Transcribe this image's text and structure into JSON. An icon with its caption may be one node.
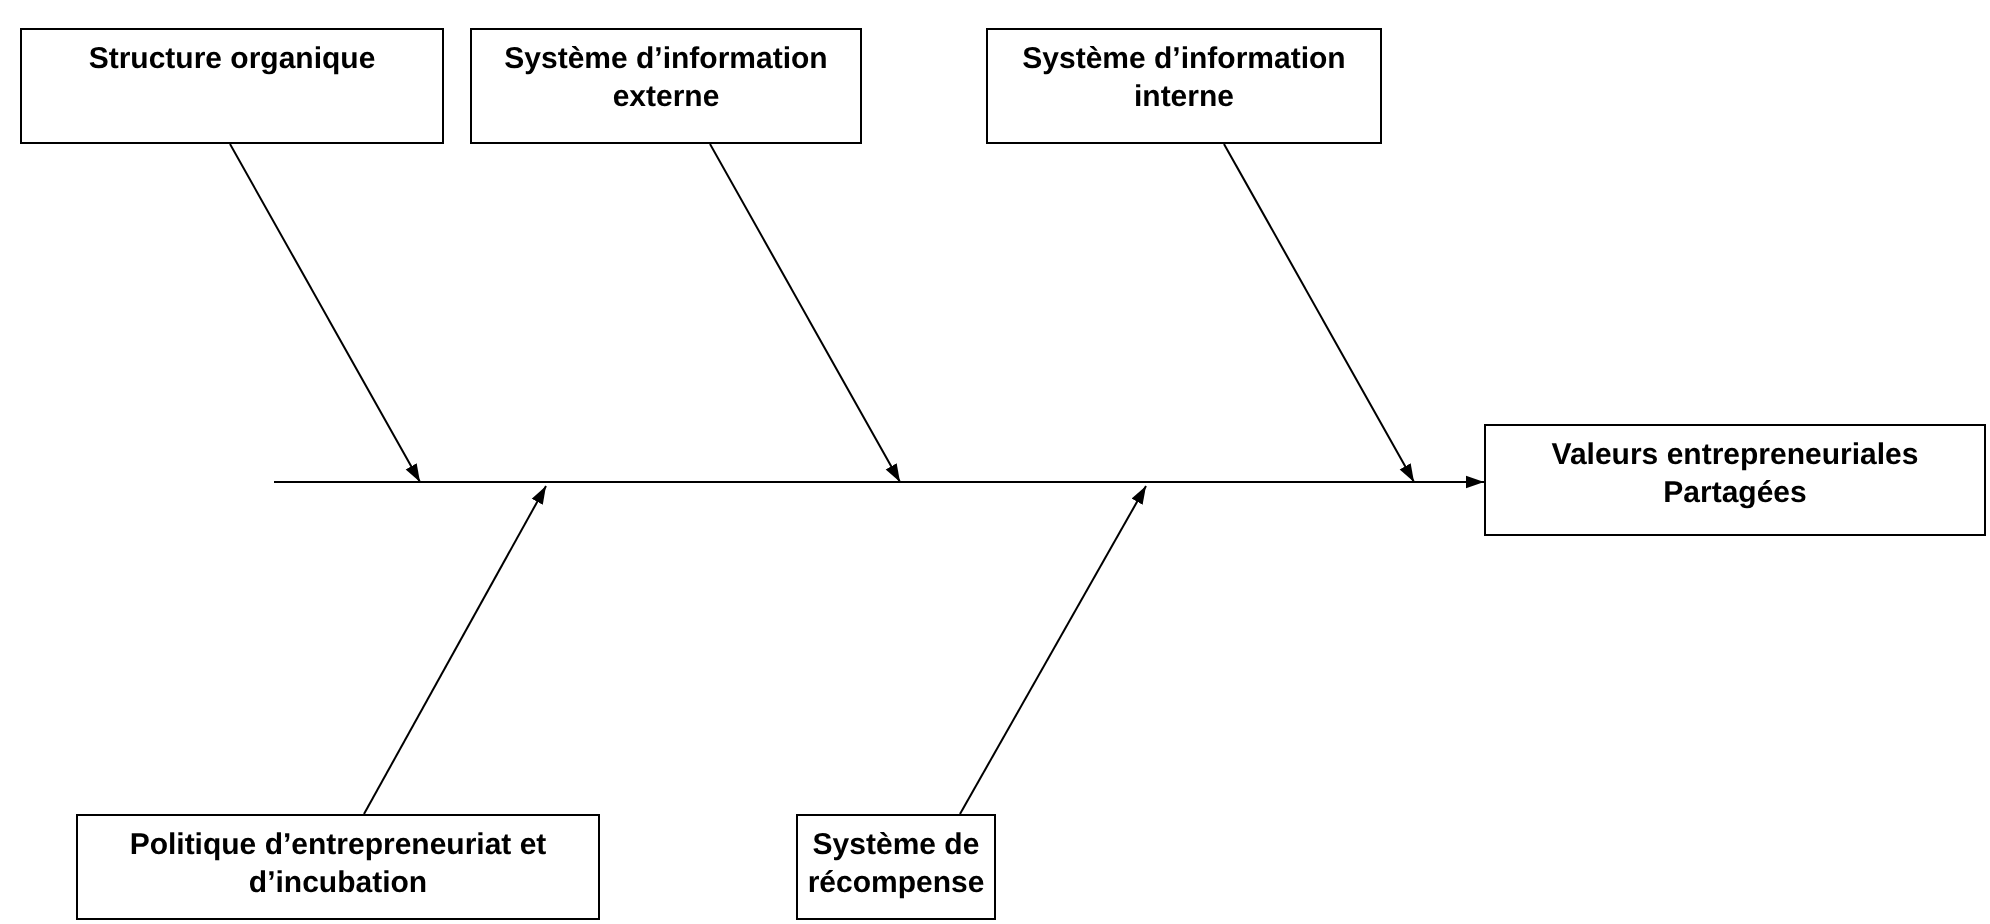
{
  "diagram": {
    "nodes": [
      {
        "text": [
          "Structure organique"
        ]
      },
      {
        "text": [
          "Système d’information externe"
        ]
      },
      {
        "text": [
          "Système d’information interne"
        ]
      },
      {
        "text": [
          "Valeurs entrepreneuriales Partagées"
        ]
      },
      {
        "text": [
          "Politique d’entrepreneuriat et d’incubation"
        ]
      },
      {
        "text": [
          "Système de récompense"
        ]
      }
    ],
    "edges": [
      {
        "from": null,
        "to": 3,
        "arrow": "to"
      },
      {
        "from": 0,
        "to": null,
        "arrow": "to"
      },
      {
        "from": 1,
        "to": null,
        "arrow": "to"
      },
      {
        "from": 2,
        "to": null,
        "arrow": "to"
      },
      {
        "from": 4,
        "to": null,
        "arrow": "to"
      },
      {
        "from": 5,
        "to": null,
        "arrow": "to"
      }
    ]
  }
}
